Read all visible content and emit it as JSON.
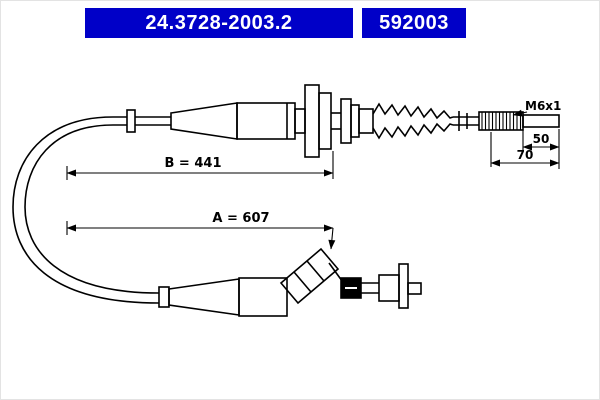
{
  "header": {
    "part_number": "24.3728-2003.2",
    "reference_number": "592003",
    "background_color": "#0000c8",
    "text_color": "#ffffff"
  },
  "diagram": {
    "line_color": "#000000",
    "thread_label": "M6x1",
    "dim_rod": "50",
    "dim_thread": "70",
    "dim_b": "B = 441",
    "dim_a": "A = 607"
  }
}
